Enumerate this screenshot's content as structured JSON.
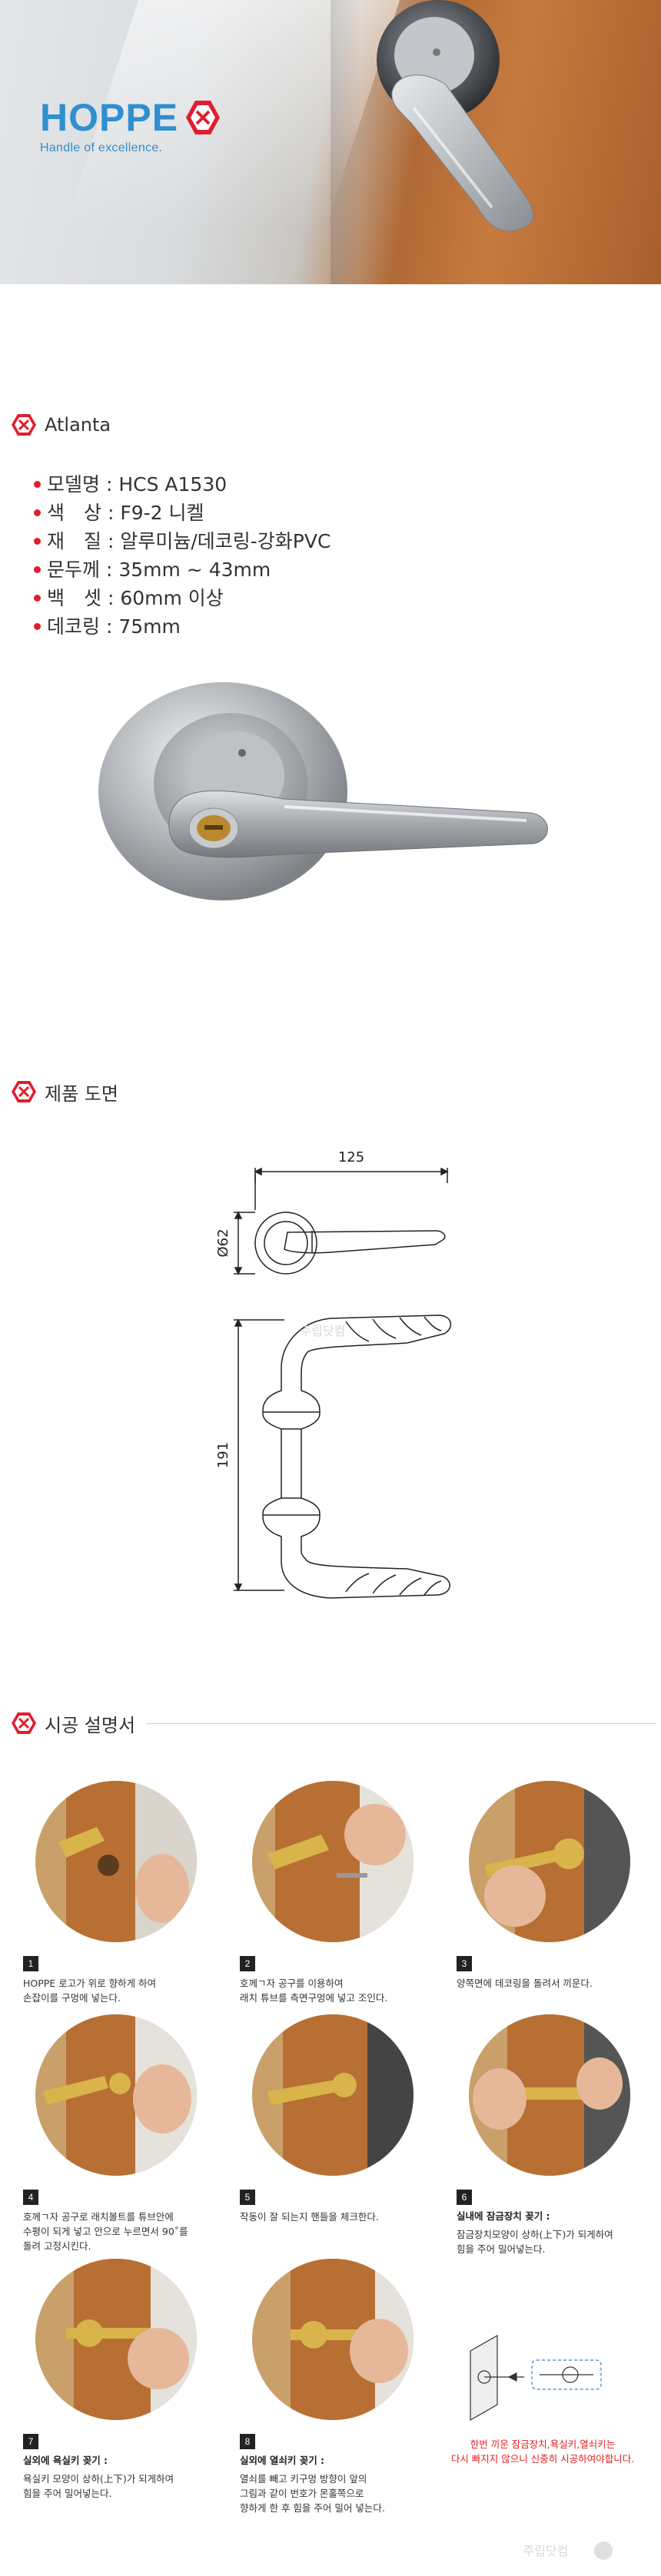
{
  "brand": {
    "name": "HOPPE",
    "tagline": "Handle of excellence.",
    "color": "#2f8fcf"
  },
  "accent_color": "#e11d2e",
  "product": {
    "name": "Atlanta",
    "specs": [
      {
        "label": "모델명",
        "value": "HCS A1530"
      },
      {
        "label": "색　상",
        "value": "F9-2 니켈"
      },
      {
        "label": "재　질",
        "value": "알루미늄/데코링-강화PVC"
      },
      {
        "label": "문두께",
        "value": "35mm ~ 43mm"
      },
      {
        "label": "백　셋",
        "value": "60mm 이상"
      },
      {
        "label": "데코링",
        "value": "75mm"
      }
    ]
  },
  "sections": {
    "drawing_title": "제품 도면",
    "install_title": "시공 설명서"
  },
  "drawing": {
    "width_label": "125",
    "diameter_label": "Ø62",
    "height_label": "191",
    "watermark": "주립닷컴"
  },
  "steps": [
    {
      "num": "1",
      "sub": "",
      "desc": "HOPPE 로고가 위로 향하게 하여\n손잡이를 구멍에 넣는다."
    },
    {
      "num": "2",
      "sub": "",
      "desc": "호께ㄱ자 공구를 이용하여\n래치 튜브를 측면구멍에 넣고 조인다."
    },
    {
      "num": "3",
      "sub": "",
      "desc": "양쪽면에 데코링을 돌려서 끼운다."
    },
    {
      "num": "4",
      "sub": "",
      "desc": "호께ㄱ자 공구로 래치볼트를 튜브안에\n수평이 되게 넣고 안으로 누르면서 90˚를\n돌려 고정시킨다."
    },
    {
      "num": "5",
      "sub": "",
      "desc": "작동이 잘 되는지 핸들을 체크한다."
    },
    {
      "num": "6",
      "sub": "실내에 잠금장치 꽂기 :",
      "desc": "잠금장치모양이 상하(上下)가 되게하여\n힘을 주어 밀어넣는다."
    },
    {
      "num": "7",
      "sub": "실외에 욕실키 꽂기 :",
      "desc": "욕실키 모양이 상하(上下)가 되게하여\n힘을 주어 밀어넣는다."
    },
    {
      "num": "8",
      "sub": "실외에 열쇠키 꽂기 :",
      "desc": "열쇠를 빼고 키구멍 방향이 앞의\n그림과 같이 번호가 몬홀쪽으로\n향하게 한 후 힘을 주어 밀어 넣는다."
    }
  ],
  "caution": "한번 끼운 잠금장치,욕실키,열쇠키는\n다시 빠지지 않으니 신중히 시공하여야합니다.",
  "footer_watermark": "주립닷컴"
}
